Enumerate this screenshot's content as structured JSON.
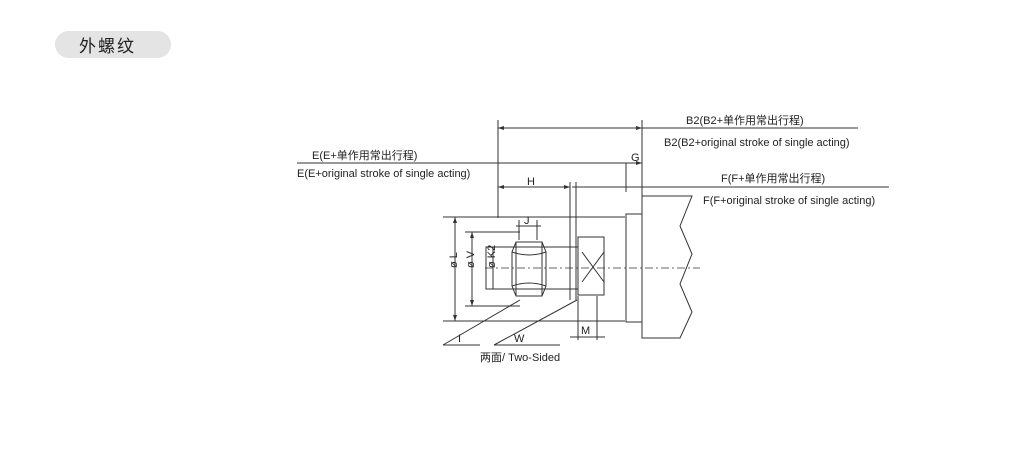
{
  "section_title": "外螺纹",
  "labels": {
    "b2_cn": "B2(B2+单作用常出行程)",
    "b2_en": "B2(B2+original stroke of single acting)",
    "e_cn": "E(E+单作用常出行程)",
    "e_en": "E(E+original stroke of single acting)",
    "f_cn": "F(F+单作用常出行程)",
    "f_en": "F(F+original stroke of single acting)",
    "g": "G",
    "h": "H",
    "j": "J",
    "l": "ø L",
    "v": "ø V",
    "k2": "ø K2",
    "i": "I",
    "w": "W",
    "m": "M",
    "two_sided": "两面/ Two-Sided"
  },
  "colors": {
    "line": "#333333",
    "pill": "#e4e4e4"
  }
}
